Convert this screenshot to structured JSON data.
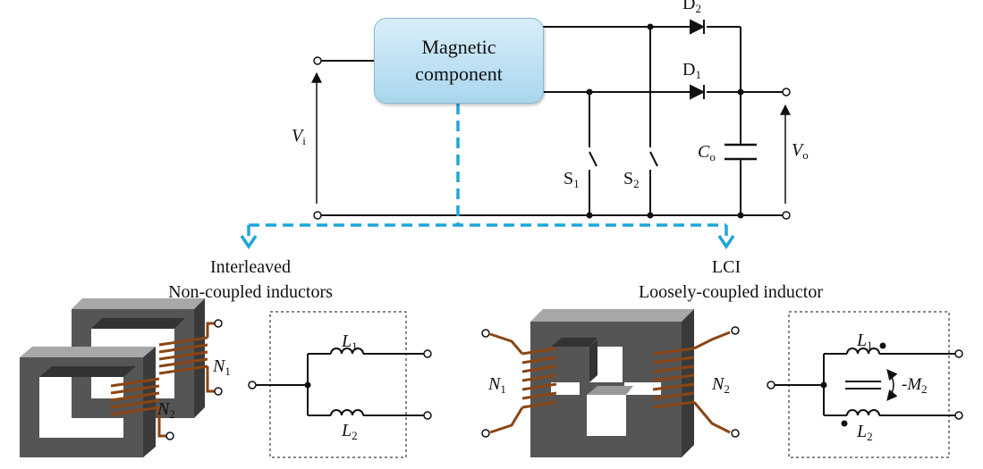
{
  "magnetic_component": {
    "line1": "Magnetic",
    "line2": "component"
  },
  "circuit": {
    "vi": {
      "main": "V",
      "sub": "i"
    },
    "vo": {
      "main": "V",
      "sub": "o"
    },
    "co": {
      "main": "C",
      "sub": "o"
    },
    "d1": {
      "main": "D",
      "sub": "1"
    },
    "d2": {
      "main": "D",
      "sub": "2"
    },
    "s1": {
      "main": "S",
      "sub": "1"
    },
    "s2": {
      "main": "S",
      "sub": "2"
    }
  },
  "left_panel": {
    "caption_line1": "Interleaved",
    "caption_line2": "Non-coupled inductors",
    "n1": {
      "main": "N",
      "sub": "1"
    },
    "n2": {
      "main": "N",
      "sub": "2"
    },
    "l1": {
      "main": "L",
      "sub": "1"
    },
    "l2": {
      "main": "L",
      "sub": "2"
    }
  },
  "right_panel": {
    "caption_line1": "LCI",
    "caption_line2": "Loosely-coupled inductor",
    "n1": {
      "main": "N",
      "sub": "1"
    },
    "n2": {
      "main": "N",
      "sub": "2"
    },
    "l1": {
      "main": "L",
      "sub": "1"
    },
    "l2": {
      "main": "L",
      "sub": "2"
    },
    "m2": {
      "prefix": "-M",
      "sub": "2"
    }
  },
  "colors": {
    "wire": "#111111",
    "dashed": "#1ea6d8",
    "core_dark": "#505050",
    "core_light": "#a8a8a8",
    "winding": "#a0522d"
  }
}
